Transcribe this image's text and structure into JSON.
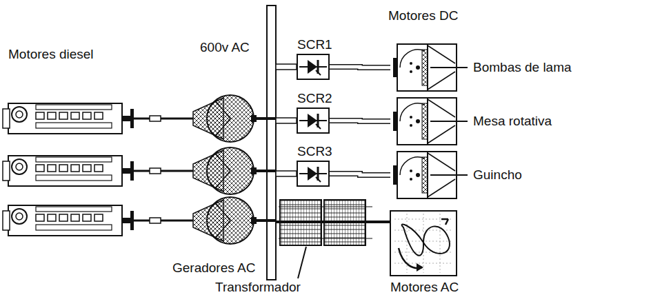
{
  "diagram": {
    "nodes": [
      {
        "text": [
          "SCR1"
        ]
      },
      {
        "text": [
          "SCR2"
        ]
      },
      {
        "text": [
          "SCR3"
        ]
      },
      {
        "text": [
          "Bombas de lama"
        ]
      },
      {
        "text": [
          "Mesa rotativa"
        ]
      },
      {
        "text": [
          "Guincho"
        ]
      }
    ],
    "edges": [
      {
        "from": 0,
        "to": 3,
        "arrow": "none"
      },
      {
        "from": 1,
        "to": 4,
        "arrow": "none"
      },
      {
        "from": 2,
        "to": 5,
        "arrow": "none"
      }
    ],
    "labels": [
      "600v AC",
      "Motores DC",
      "Motores diesel",
      "Geradores AC",
      "Transformador",
      "Motores AC"
    ]
  }
}
